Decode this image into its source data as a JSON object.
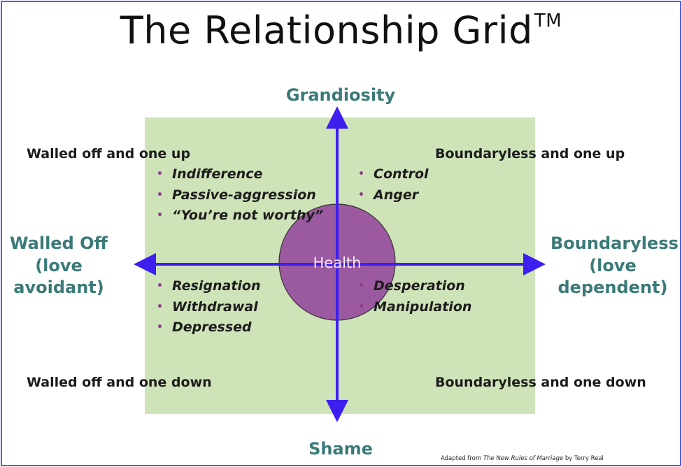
{
  "title": "The Relationship Grid",
  "trademark": "TM",
  "axes": {
    "top": "Grandiosity",
    "bottom": "Shame",
    "left": [
      "Walled Off",
      "(love",
      "avoidant)"
    ],
    "right": [
      "Boundaryless",
      "(love",
      "dependent)"
    ]
  },
  "center": {
    "label": "Health"
  },
  "quadrants": {
    "top_left": {
      "heading": "Walled off and one up",
      "items": [
        "Indifference",
        "Passive-aggression",
        "“You’re not worthy”"
      ]
    },
    "top_right": {
      "heading": "Boundaryless and one up",
      "items": [
        "Control",
        "Anger"
      ]
    },
    "bottom_left": {
      "heading": "Walled off and one down",
      "items": [
        "Resignation",
        "Withdrawal",
        "Depressed"
      ]
    },
    "bottom_right": {
      "heading": "Boundaryless and one down",
      "items": [
        "Desperation",
        "Manipulation"
      ]
    }
  },
  "credit": {
    "prefix": "Adapted from",
    "book": "The New Rules of Marriage",
    "suffix": "by Terry Real"
  },
  "colors": {
    "grid_background": "#cfe3b9",
    "axis": "#3d1ff0",
    "health_circle": "#9b5aa0",
    "axis_label": "#3a7a78",
    "bullet": "#8a3d86",
    "frame": "#5a5ee6"
  },
  "bullet_glyph": "•"
}
